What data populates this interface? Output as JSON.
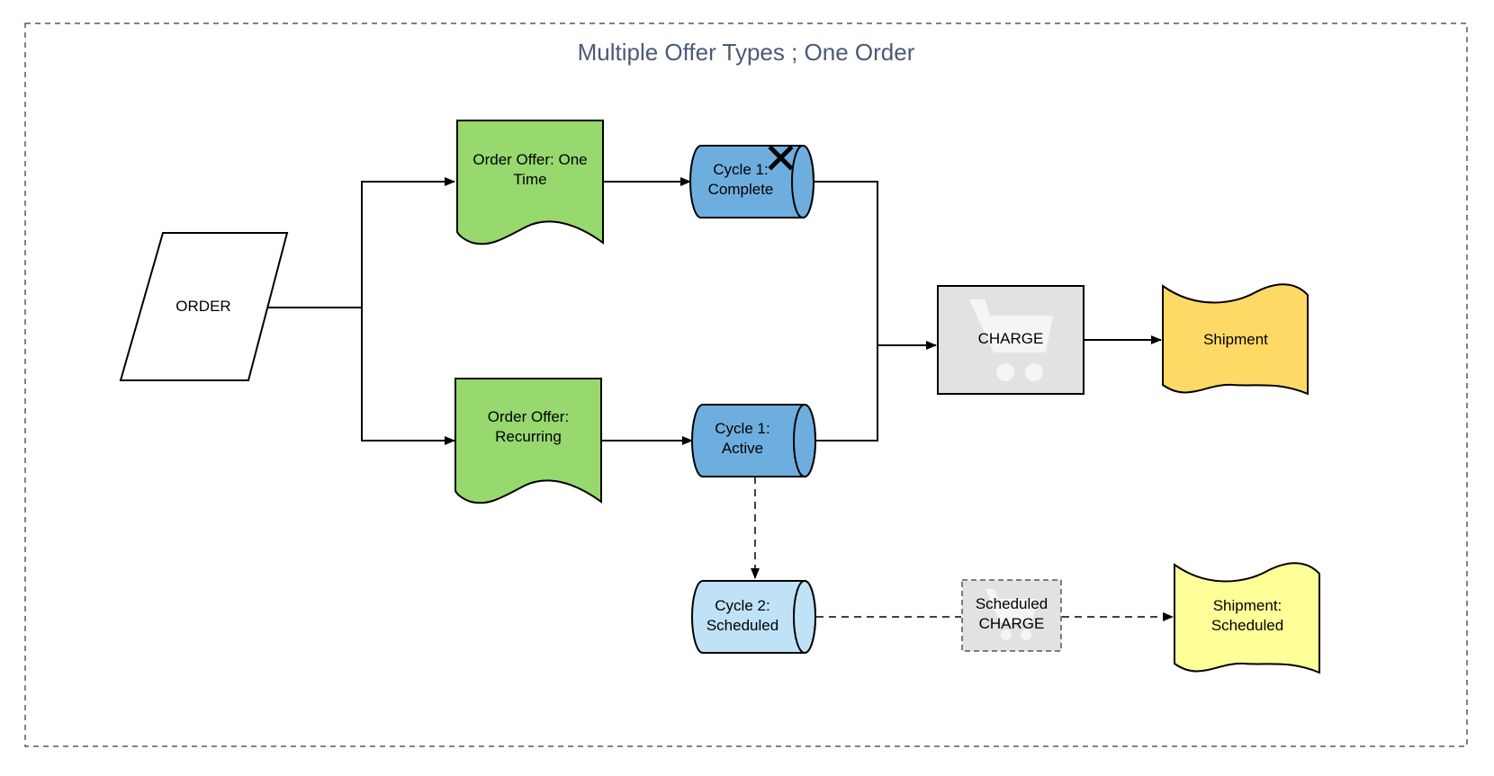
{
  "diagram": {
    "title": "Multiple Offer Types ; One Order",
    "nodes": {
      "order": {
        "label": "ORDER",
        "fill": "#ffffff"
      },
      "offer_one_time": {
        "line1": "Order Offer: One",
        "line2": "Time",
        "fill": "#97d86f"
      },
      "offer_recurring": {
        "line1": "Order Offer:",
        "line2": "Recurring",
        "fill": "#97d86f"
      },
      "cycle1_complete": {
        "line1": "Cycle 1:",
        "line2": "Complete",
        "fill": "#6eaede",
        "marker_icon": "x-mark-icon"
      },
      "cycle1_active": {
        "line1": "Cycle 1:",
        "line2": "Active",
        "fill": "#6eaede"
      },
      "cycle2_scheduled": {
        "line1": "Cycle 2:",
        "line2": "Scheduled",
        "fill": "#bfe2f7"
      },
      "charge": {
        "label": "CHARGE",
        "fill": "#e2e2e2",
        "icon": "shopping-cart-icon"
      },
      "scheduled_charge": {
        "line1": "Scheduled",
        "line2": "CHARGE",
        "fill": "#e2e2e2",
        "icon": "shopping-cart-icon"
      },
      "shipment": {
        "label": "Shipment",
        "fill": "#ffd966"
      },
      "shipment_scheduled": {
        "line1": "Shipment:",
        "line2": "Scheduled",
        "fill": "#ffff99"
      }
    },
    "colors": {
      "frame_border": "#4a5a78",
      "edge": "#000000",
      "cart_icon": "#f5f5f5"
    }
  }
}
